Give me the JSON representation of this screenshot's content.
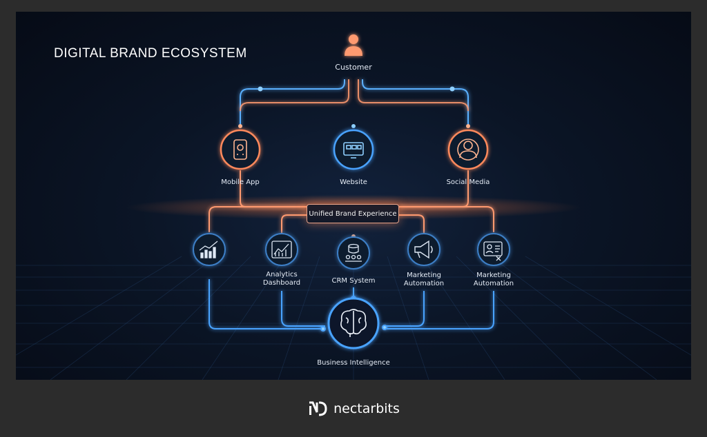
{
  "diagram": {
    "title": "DIGITAL BRAND ECOSYSTEM",
    "nodes": {
      "customer": "Customer",
      "mobile_app": "Mobile App",
      "website": "Website",
      "social_media": "Social Media",
      "unified": "Unified Brand Experience",
      "analytics": "Analytics Dashboard",
      "crm": "CRM System",
      "marketing_1": "Marketing Automation",
      "marketing_2": "Marketing Automation",
      "business_intelligence": "Business Intelligence"
    },
    "colors": {
      "orange": "#ff8a5c",
      "blue": "#4aa3ff",
      "panel": "#0b1526"
    },
    "icons": [
      "person-icon",
      "phone-icon",
      "browser-icon",
      "social-user-icon",
      "chart-icon",
      "dashboard-icon",
      "database-icon",
      "megaphone-icon",
      "id-card-icon",
      "brain-icon"
    ]
  },
  "footer": {
    "brand": "nectarbits"
  }
}
